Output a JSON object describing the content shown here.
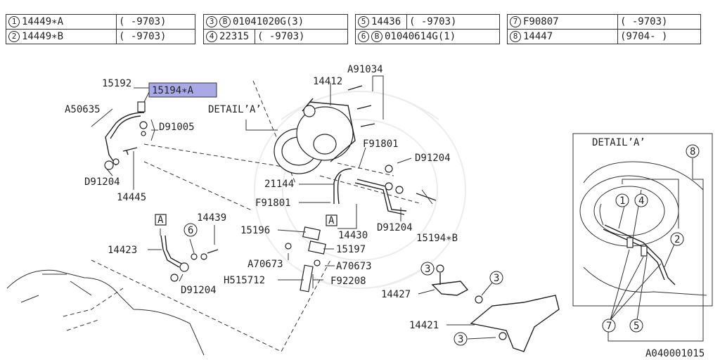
{
  "parts_table": [
    {
      "num": "1",
      "b": false,
      "part": "14449∗A",
      "range": "(      -9703)"
    },
    {
      "num": "2",
      "b": false,
      "part": "14449∗B",
      "range": "(      -9703)"
    },
    {
      "num": "3",
      "b": true,
      "part": "01041020G(3)",
      "range": ""
    },
    {
      "num": "4",
      "b": false,
      "part": "22315",
      "range": "(     -9703)"
    },
    {
      "num": "5",
      "b": false,
      "part": "14436",
      "range": "(     -9703)"
    },
    {
      "num": "6",
      "b": true,
      "part": "01040614G(1)",
      "range": ""
    },
    {
      "num": "7",
      "b": false,
      "part": "F90807",
      "range": "(     -9703)"
    },
    {
      "num": "8",
      "b": false,
      "part": "14447",
      "range": "(9704-    )"
    }
  ],
  "callouts": {
    "p15192": "15192",
    "p15194a": "15194∗A",
    "a50635": "A50635",
    "d91005": "D91005",
    "d91204_left": "D91204",
    "p14445": "14445",
    "detail_a": "DETAIL’A’",
    "p14412": "14412",
    "a91034": "A91034",
    "f91801_top": "F91801",
    "d91204_top": "D91204",
    "p21144": "21144",
    "f91801_mid": "F91801",
    "boxA1": "A",
    "p14430": "14430",
    "d91204_mid": "D91204",
    "p15194b": "15194∗B",
    "p15196": "15196",
    "p15197": "15197",
    "a70673_left": "A70673",
    "a70673_right": "A70673",
    "h515712": "H515712",
    "f92208": "F92208",
    "boxA2": "A",
    "p14439": "14439",
    "c6": "6",
    "p14423": "14423",
    "d91204_bottom": "D91204",
    "c3a": "3",
    "c3b": "3",
    "c3c": "3",
    "p14427": "14427",
    "p14421": "14421",
    "detail_panel_title": "DETAIL’A’",
    "c8": "8",
    "c1": "1",
    "c4": "4",
    "c2": "2",
    "c7": "7",
    "c5": "5",
    "drawing_id": "A040001015"
  },
  "colors": {
    "highlight": "#a9a9e8",
    "ink": "#222222"
  }
}
